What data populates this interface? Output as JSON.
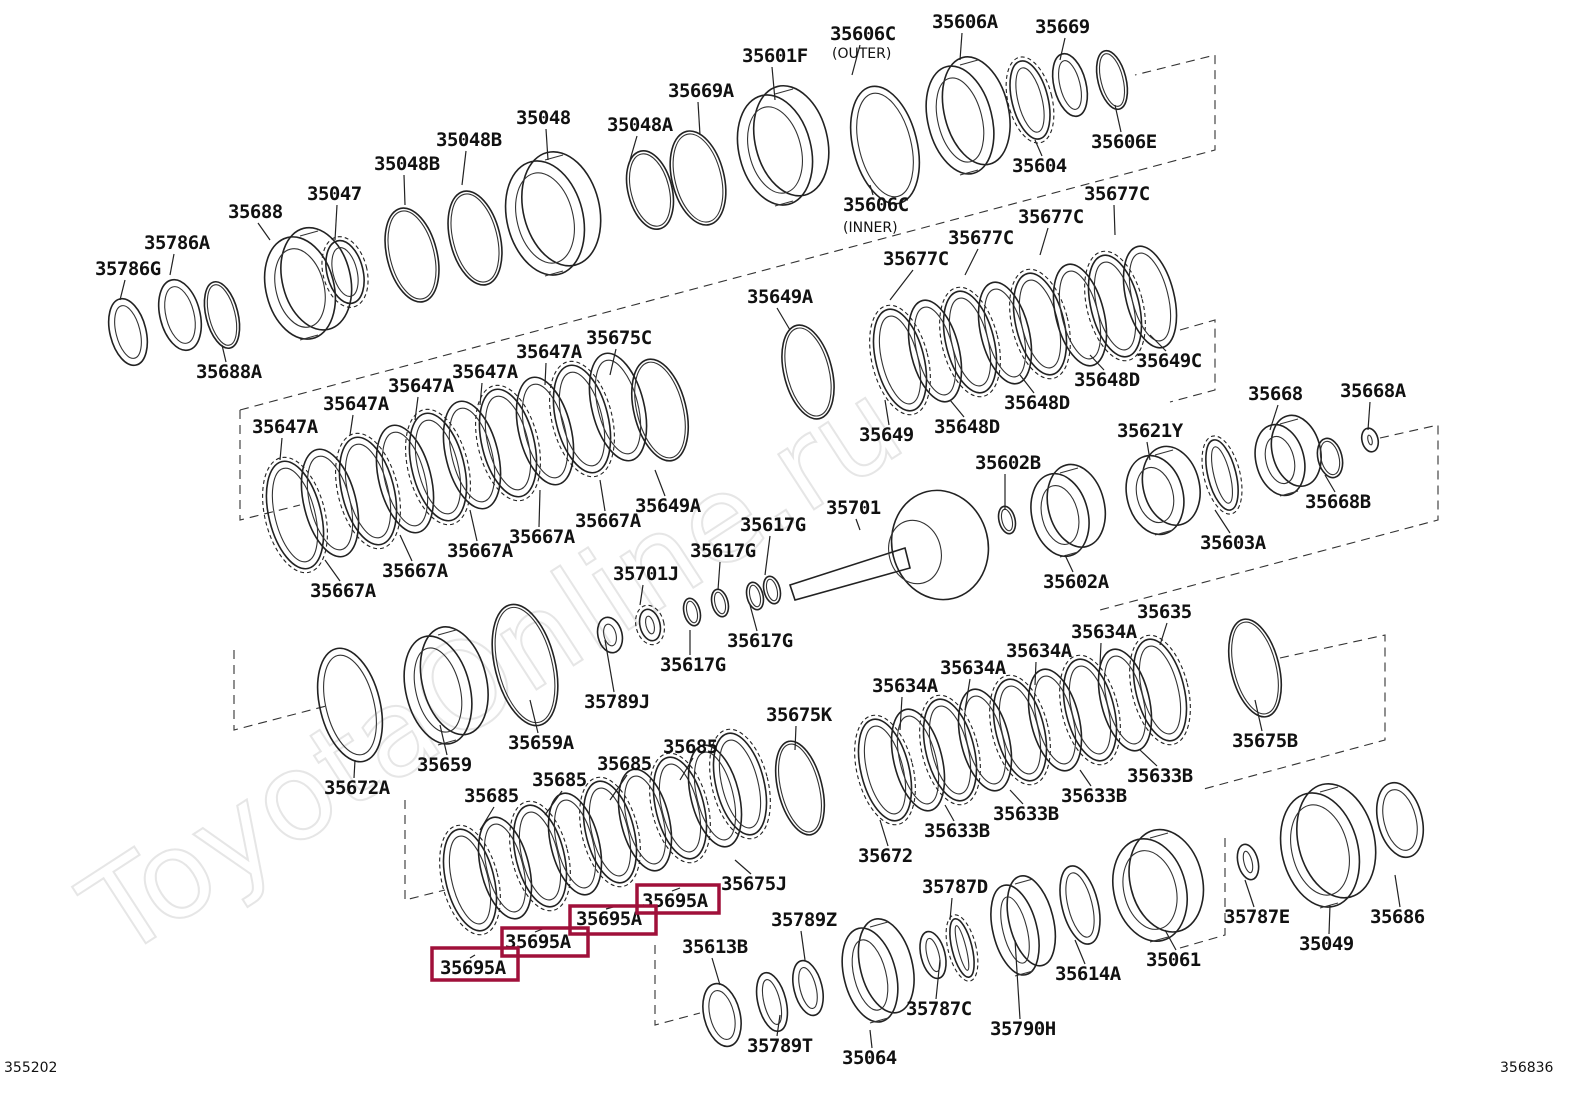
{
  "watermark": "ToyotaOnline.ru",
  "corner_left": "355202",
  "corner_right": "356836",
  "accent_color": "#a0103a",
  "labels": [
    {
      "t": "35606C"
    },
    {
      "t": "35606A"
    },
    {
      "t": "35669"
    },
    {
      "t": "35601F"
    },
    {
      "t": "35669A"
    },
    {
      "t": "35048"
    },
    {
      "t": "35048A"
    },
    {
      "t": "35048B"
    },
    {
      "t": "35048B"
    },
    {
      "t": "35047"
    },
    {
      "t": "35688"
    },
    {
      "t": "35786A"
    },
    {
      "t": "35786G"
    },
    {
      "t": "35688A"
    },
    {
      "t": "35604"
    },
    {
      "t": "35606E"
    },
    {
      "t": "35606C"
    },
    {
      "t": "35677C"
    },
    {
      "t": "35677C"
    },
    {
      "t": "35677C"
    },
    {
      "t": "35677C"
    },
    {
      "t": "35649A"
    },
    {
      "t": "35649C"
    },
    {
      "t": "35648D"
    },
    {
      "t": "35648D"
    },
    {
      "t": "35648D"
    },
    {
      "t": "35649"
    },
    {
      "t": "35675C"
    },
    {
      "t": "35647A"
    },
    {
      "t": "35647A"
    },
    {
      "t": "35647A"
    },
    {
      "t": "35647A"
    },
    {
      "t": "35647A"
    },
    {
      "t": "35649A"
    },
    {
      "t": "35667A"
    },
    {
      "t": "35667A"
    },
    {
      "t": "35667A"
    },
    {
      "t": "35667A"
    },
    {
      "t": "35667A"
    },
    {
      "t": "35668"
    },
    {
      "t": "35668A"
    },
    {
      "t": "35621Y"
    },
    {
      "t": "35602B"
    },
    {
      "t": "35668B"
    },
    {
      "t": "35603A"
    },
    {
      "t": "35602A"
    },
    {
      "t": "35701"
    },
    {
      "t": "35617G"
    },
    {
      "t": "35617G"
    },
    {
      "t": "35701J"
    },
    {
      "t": "35617G"
    },
    {
      "t": "35617G"
    },
    {
      "t": "35789J"
    },
    {
      "t": "35635"
    },
    {
      "t": "35634A"
    },
    {
      "t": "35634A"
    },
    {
      "t": "35634A"
    },
    {
      "t": "35634A"
    },
    {
      "t": "35675K"
    },
    {
      "t": "35675B"
    },
    {
      "t": "35633B"
    },
    {
      "t": "35633B"
    },
    {
      "t": "35633B"
    },
    {
      "t": "35633B"
    },
    {
      "t": "35672"
    },
    {
      "t": "35659"
    },
    {
      "t": "35659A"
    },
    {
      "t": "35672A"
    },
    {
      "t": "35685"
    },
    {
      "t": "35685"
    },
    {
      "t": "35685"
    },
    {
      "t": "35685"
    },
    {
      "t": "35675J"
    },
    {
      "t": "35695A"
    },
    {
      "t": "35695A"
    },
    {
      "t": "35695A"
    },
    {
      "t": "35695A"
    },
    {
      "t": "35787D"
    },
    {
      "t": "35789Z"
    },
    {
      "t": "35613B"
    },
    {
      "t": "35787C"
    },
    {
      "t": "35790H"
    },
    {
      "t": "35614A"
    },
    {
      "t": "35061"
    },
    {
      "t": "35787E"
    },
    {
      "t": "35049"
    },
    {
      "t": "35686"
    },
    {
      "t": "35789T"
    },
    {
      "t": "35064"
    }
  ],
  "sublabels": [
    {
      "t": "(OUTER)"
    },
    {
      "t": "(INNER)"
    }
  ]
}
